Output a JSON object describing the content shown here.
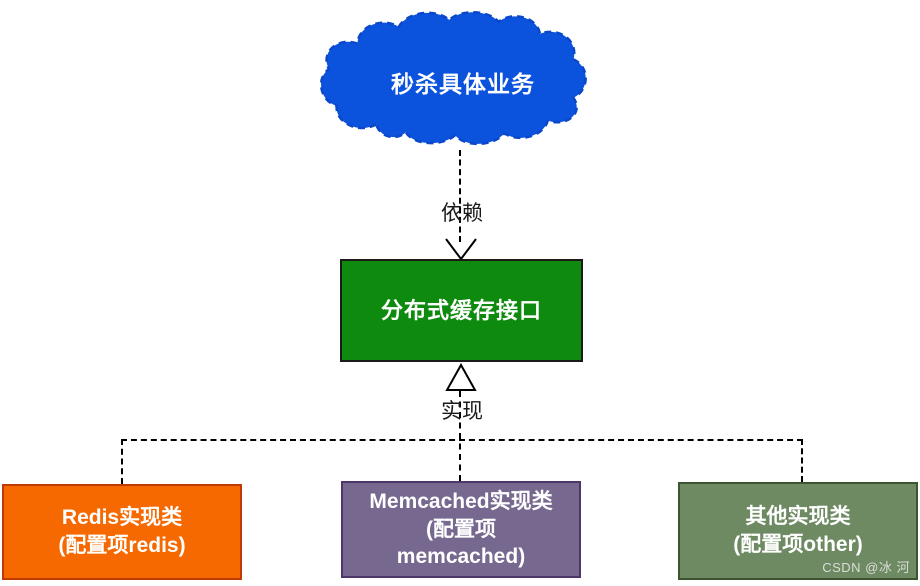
{
  "diagram": {
    "cloud": {
      "label": "秒杀具体业务",
      "fill": "#0b52dd",
      "stroke": "#0a47c9"
    },
    "dependency_edge": {
      "label": "依赖",
      "style": "dashed-open-arrow"
    },
    "interface_box": {
      "label": "分布式缓存接口",
      "fill": "#0e8b0e",
      "border": "#1a1a1a"
    },
    "realization_edge": {
      "label": "实现",
      "style": "dashed-hollow-triangle"
    },
    "implementations": [
      {
        "line1": "Redis实现类",
        "line2": "(配置项redis)",
        "line3": "",
        "fill": "#f56900",
        "border": "#c03a05"
      },
      {
        "line1": "Memcached实现类",
        "line2": "(配置项",
        "line3": "memcached)",
        "fill": "#77688f",
        "border": "#4c3768"
      },
      {
        "line1": "其他实现类",
        "line2": "(配置项other)",
        "line3": "",
        "fill": "#6e8a62",
        "border": "#3c5530"
      }
    ],
    "watermark": "CSDN @冰 河"
  }
}
